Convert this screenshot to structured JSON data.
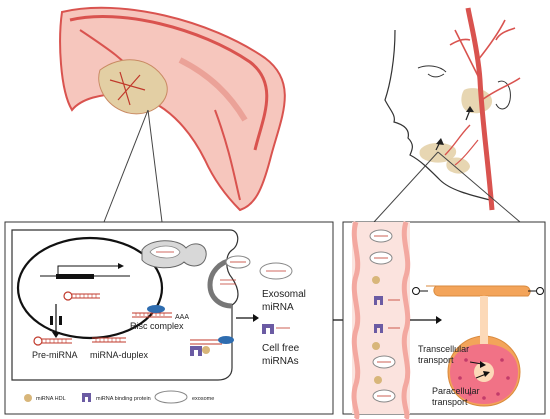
{
  "left_panel": {
    "labels": {
      "pre_mirna": "Pre-miRNA",
      "mirna_duplex": "miRNA-duplex",
      "risc_complex": "Risc complex",
      "poly_a": "AAA",
      "exosomal_mirna_line1": "Exosomal",
      "exosomal_mirna_line2": "miRNA",
      "cell_free_line1": "Cell free",
      "cell_free_line2": "miRNAs"
    },
    "legend": {
      "hdl": "miRNA HDL",
      "binding_protein": "miRNA binding protein",
      "exosome": "exosome"
    }
  },
  "right_panel": {
    "labels": {
      "transcellular_line1": "Transcellular",
      "transcellular_line2": "transport",
      "paracellular_line1": "Paracellular",
      "paracellular_line2": "transport"
    }
  },
  "colors": {
    "tissue_red": "#d9534f",
    "tissue_pink": "#f6c6bd",
    "gland_tan": "#e3cfa4",
    "vessel_pink": "#f3c2bb",
    "gland_cell_orange": "#f3a45a",
    "acinar_pink": "#f06a8e",
    "protein_purple": "#6b5ba3",
    "risc_blue": "#2f6db0",
    "hdl_tan": "#d8b67a"
  }
}
